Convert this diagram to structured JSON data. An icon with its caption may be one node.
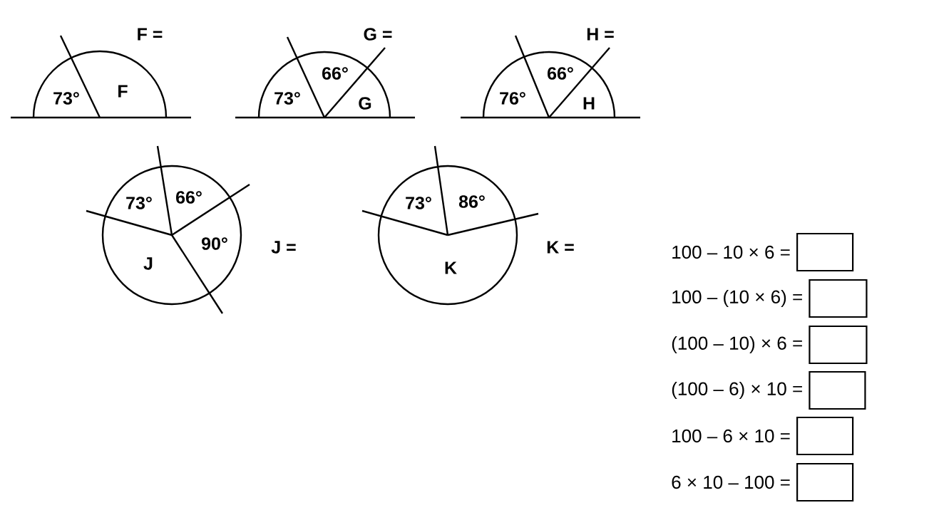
{
  "diagram": {
    "labels": [
      "F =",
      "G =",
      "H =",
      "73°",
      "F",
      "73°",
      "66°",
      "G",
      "76°",
      "66°",
      "H",
      "73°",
      "66°",
      "90°",
      "J",
      "J =",
      "73°",
      "86°",
      "K",
      "K =",
      "100 – 10 × 6 =",
      "100 – (10 × 6) =",
      "(100 – 10) × 6 =",
      "(100 – 6) × 10 =",
      "100 – 6 × 10 =",
      "6 × 10 – 100 ="
    ]
  }
}
